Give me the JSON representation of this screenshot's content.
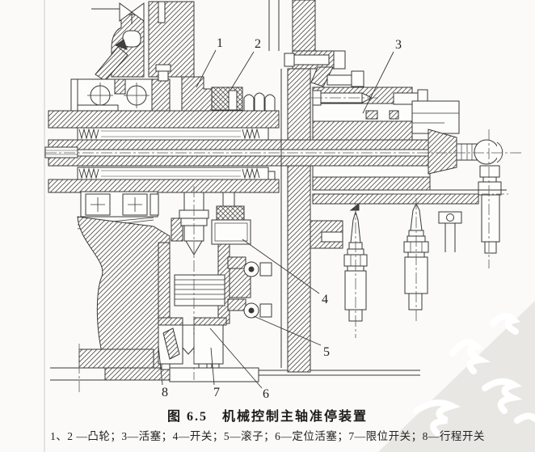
{
  "figure": {
    "caption": "图 6.5　机械控制主轴准停装置",
    "legend": "1、2 —凸轮；3—活塞；4—开关；5—滚子；6—定位活塞；7—限位开关；8—行程开关"
  },
  "callouts": [
    {
      "num": "1",
      "part": "凸轮"
    },
    {
      "num": "2",
      "part": "凸轮"
    },
    {
      "num": "3",
      "part": "活塞"
    },
    {
      "num": "4",
      "part": "开关"
    },
    {
      "num": "5",
      "part": "滚子"
    },
    {
      "num": "6",
      "part": "定位活塞"
    },
    {
      "num": "7",
      "part": "限位开关"
    },
    {
      "num": "8",
      "part": "行程开关"
    }
  ],
  "colors": {
    "ink": "#383838",
    "paper": "#fbfaf8",
    "shade": "#e8e7e3"
  }
}
